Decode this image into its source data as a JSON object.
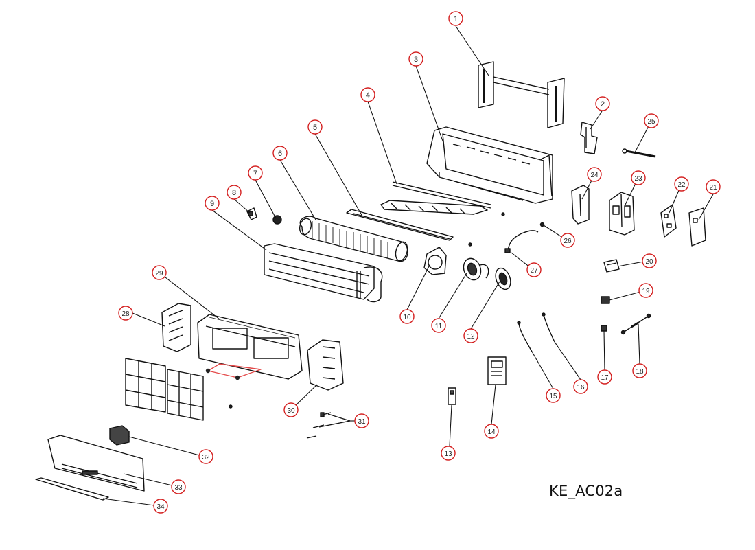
{
  "diagram": {
    "title": "",
    "drawing_code": "KE_AC02a",
    "callouts": [
      "1",
      "2",
      "3",
      "4",
      "5",
      "6",
      "7",
      "8",
      "9",
      "10",
      "11",
      "12",
      "13",
      "14",
      "15",
      "16",
      "17",
      "18",
      "19",
      "20",
      "21",
      "22",
      "23",
      "24",
      "25",
      "26",
      "27",
      "28",
      "29",
      "30",
      "31",
      "32",
      "33",
      "34"
    ]
  },
  "colors": {
    "callout": "#d42020",
    "line": "#111111",
    "assembly": "#e44a4a"
  }
}
